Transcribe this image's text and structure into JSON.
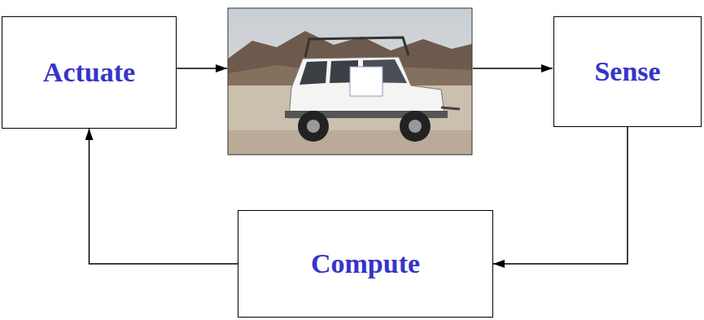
{
  "diagram": {
    "nodes": [
      {
        "text": [
          "Actuate"
        ]
      },
      {
        "text": [
          "Sense"
        ]
      },
      {
        "text": [
          "Compute"
        ]
      }
    ],
    "edges": [
      {
        "from": 1,
        "to": 2,
        "arrow": "to"
      },
      {
        "from": 2,
        "to": 0,
        "arrow": "to"
      }
    ]
  }
}
